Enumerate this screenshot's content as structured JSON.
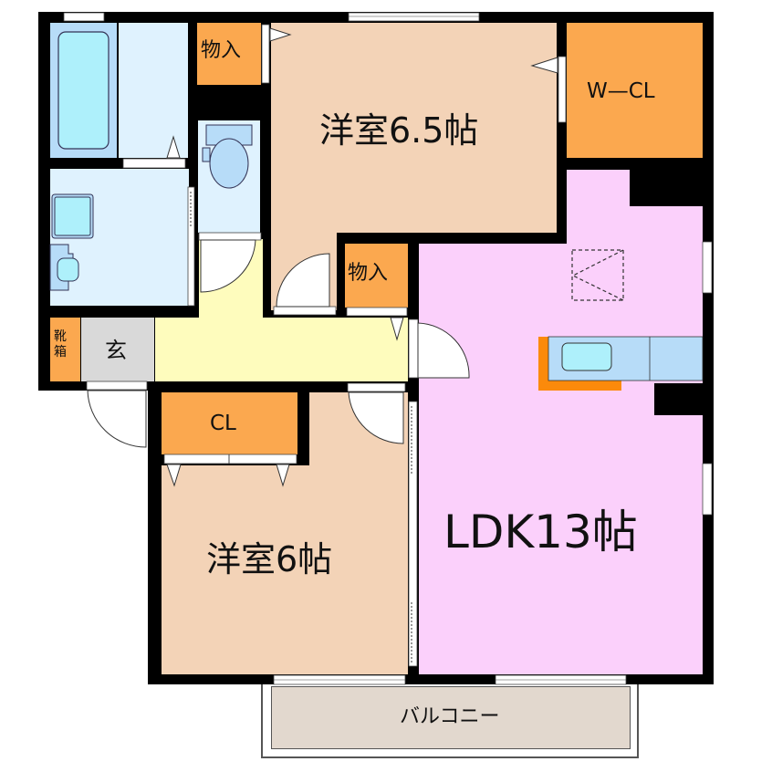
{
  "floorplan": {
    "type": "apartment-2LDK",
    "colors": {
      "wall": "#000000",
      "western_room": "#f3d3b7",
      "ldk": "#fbd0fb",
      "closet": "#fba84f",
      "hall": "#fefcbd",
      "wet_area": "#dff2fe",
      "fixture": "#b7dcf8",
      "fixture_inner": "#aef0fb",
      "genkan": "#d9d9d9",
      "balcony": "#e2d8ce",
      "kitchen_counter_edge": "#fb8a0b"
    },
    "rooms": {
      "western_room_1": {
        "label": "洋室6.5帖"
      },
      "western_room_2": {
        "label": "洋室6帖"
      },
      "ldk": {
        "label": "LDK13帖"
      },
      "walk_in_closet": {
        "label": "W—CL"
      },
      "closet": {
        "label": "CL"
      },
      "storage_top": {
        "label": "物入"
      },
      "storage_middle": {
        "label": "物入"
      },
      "shoe_box": {
        "label": "靴箱"
      },
      "entrance": {
        "label": "玄"
      },
      "balcony": {
        "label": "バルコニー"
      }
    }
  }
}
